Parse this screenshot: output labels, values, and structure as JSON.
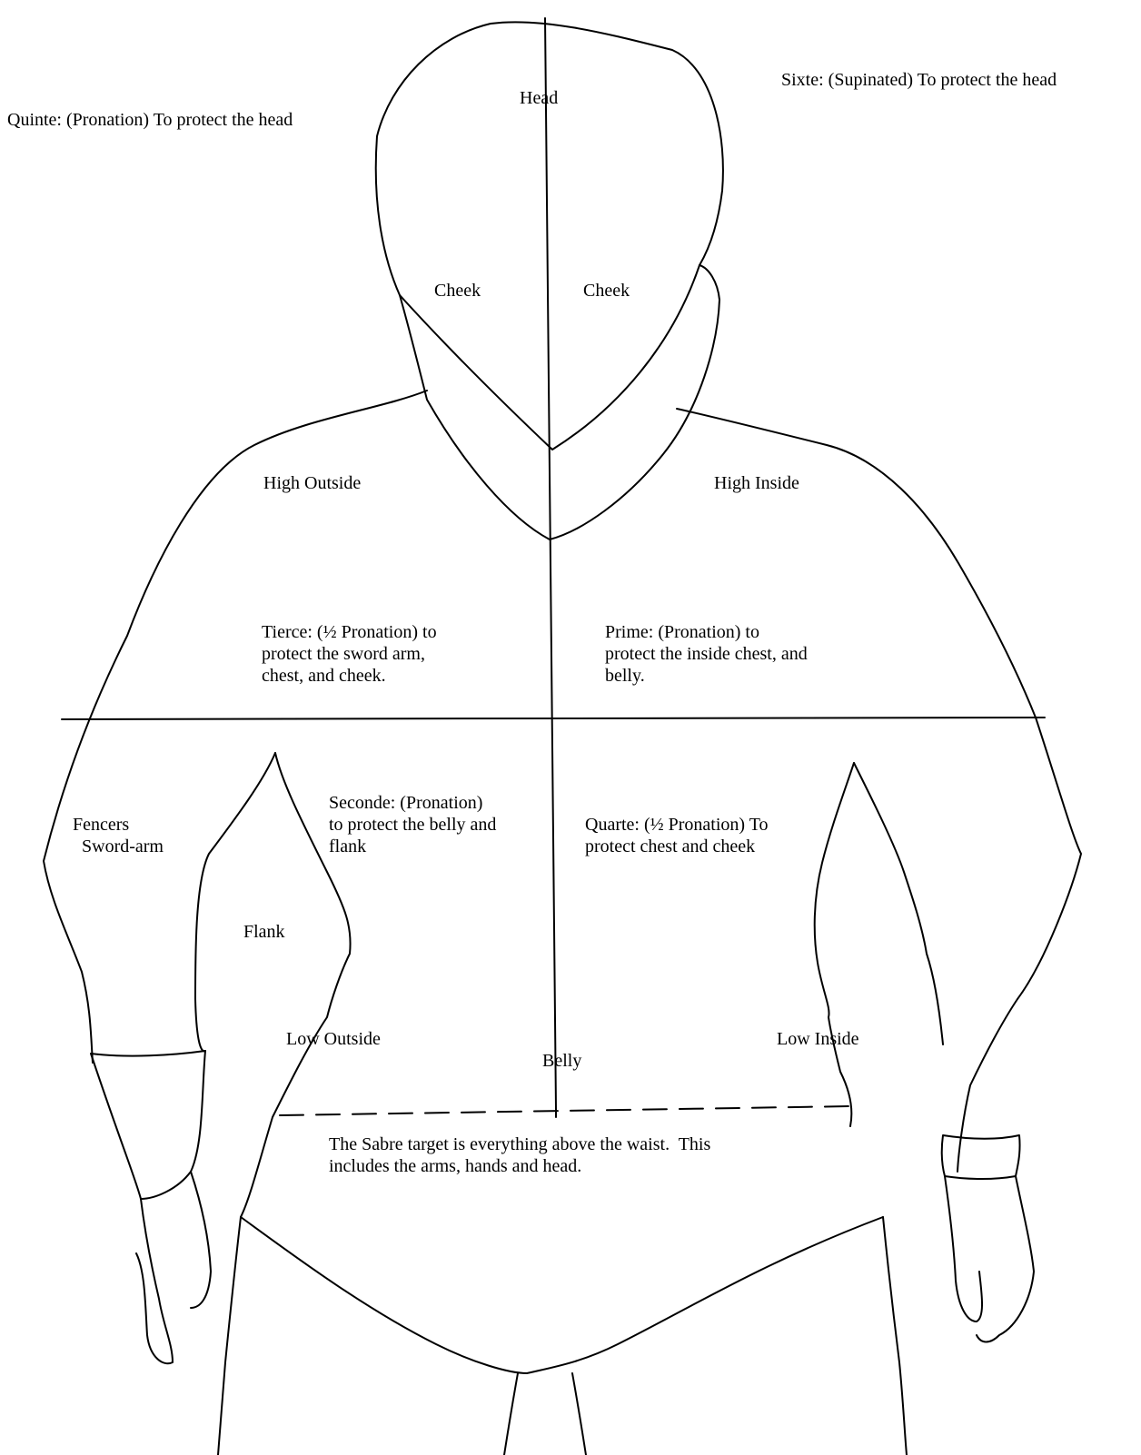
{
  "labels": {
    "quinte": "Quinte: (Pronation) To protect the head",
    "sixte": "Sixte: (Supinated) To protect the head",
    "head": "Head",
    "cheek_left": "Cheek",
    "cheek_right": "Cheek",
    "high_outside": "High Outside",
    "high_inside": "High Inside",
    "tierce": "Tierce: (½ Pronation) to\nprotect the sword arm,\nchest, and cheek.",
    "prime": "Prime: (Pronation) to\nprotect the inside chest, and\nbelly.",
    "seconde": "Seconde: (Pronation)\nto protect the belly and\nflank",
    "quarte": "Quarte: (½ Pronation) To\nprotect chest and cheek",
    "fencers_sword_arm": "Fencers\n  Sword-arm",
    "flank": "Flank",
    "low_outside": "Low Outside",
    "low_inside": "Low Inside",
    "belly": "Belly",
    "sabre_note": "The Sabre target is everything above the waist.  This\nincludes the arms, hands and head."
  },
  "colors": {
    "line": "#000000",
    "background": "#ffffff"
  }
}
